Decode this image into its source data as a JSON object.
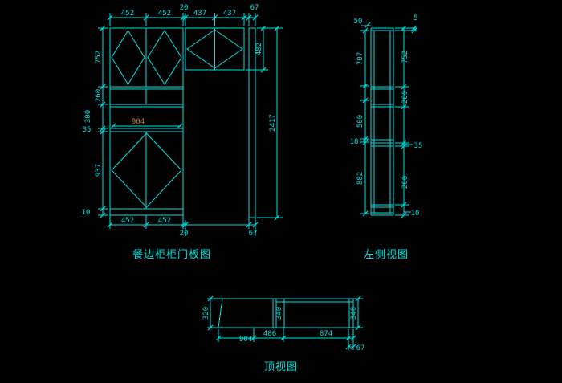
{
  "app": {
    "type": "cad-drawing-view",
    "background": "#000000"
  },
  "colors": {
    "line": "#00e2e2",
    "dim_text": "#00e2e2",
    "highlight_dim_text": "#c8733a"
  },
  "front_view": {
    "title": "餐边柜柜门板图",
    "top_dims": [
      "452",
      "452",
      "20",
      "437",
      "437",
      "67"
    ],
    "bottom_dims": [
      "452",
      "452",
      "20",
      "67"
    ],
    "left_dims": [
      "752",
      "260",
      "300",
      "35",
      "937",
      "10"
    ],
    "right_dims": [
      "482",
      "2417"
    ],
    "highlight_dim": "904"
  },
  "side_view": {
    "title": "左侧视图",
    "left_dims": [
      "50",
      "707",
      "500",
      "18",
      "882"
    ],
    "right_dims": [
      "5",
      "752",
      "260",
      "35",
      "260",
      "10"
    ]
  },
  "top_view": {
    "title": "顶视图",
    "depth_dims": [
      "320",
      "340",
      "340"
    ],
    "width_dims": [
      "904",
      "486",
      "874",
      "67"
    ]
  }
}
